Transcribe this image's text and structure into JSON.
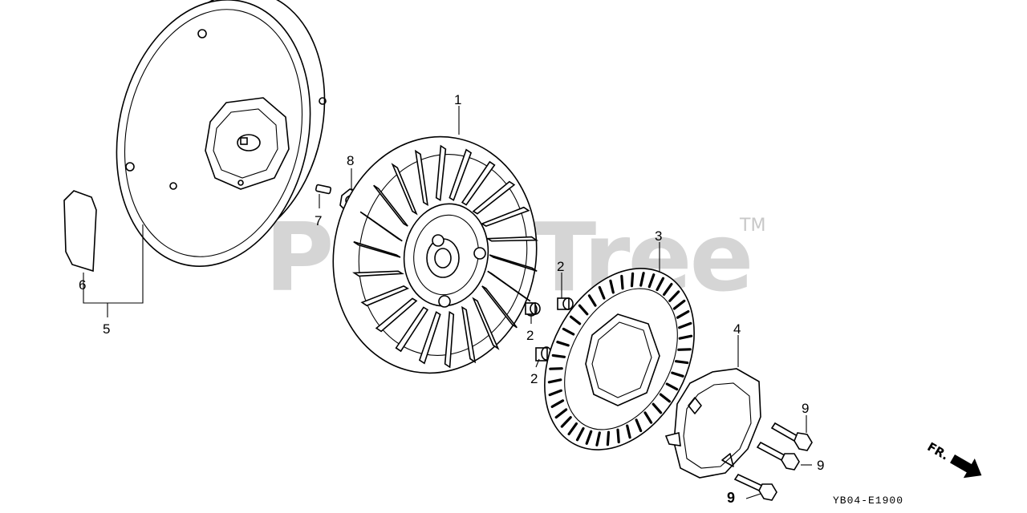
{
  "watermark": {
    "text": "PartsTree",
    "trademark": "TM"
  },
  "diagram_code": "YB04-E1900",
  "direction_marker": "FR.",
  "callouts": {
    "c1": "1",
    "c2a": "2",
    "c2b": "2",
    "c2c": "2",
    "c3": "3",
    "c4": "4",
    "c5": "5",
    "c6": "6",
    "c7": "7",
    "c8": "8",
    "c9a": "9",
    "c9b": "9",
    "c9c": "9"
  }
}
